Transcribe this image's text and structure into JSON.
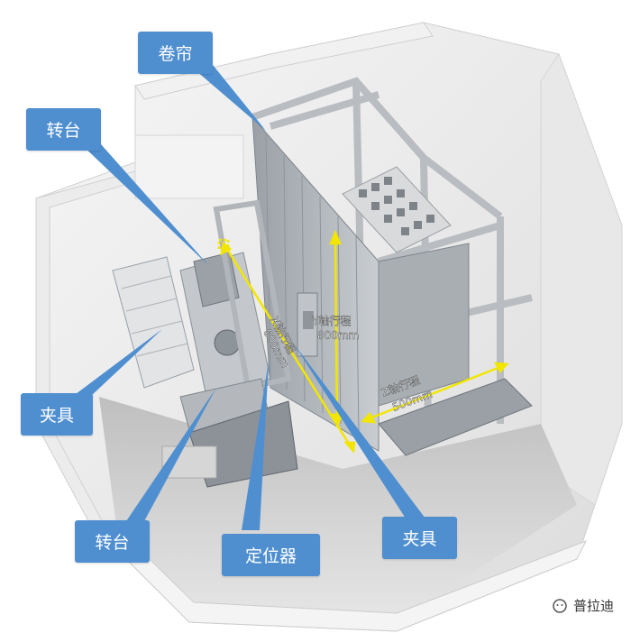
{
  "callouts": {
    "curtain": "卷帘",
    "turntable_top": "转台",
    "fixture_left": "夹具",
    "turntable_bottom": "转台",
    "locator": "定位器",
    "fixture_right": "夹具"
  },
  "axes": {
    "x": {
      "label": "X轴行程",
      "value": "800mm"
    },
    "y": {
      "label": "Y轴行程",
      "value": "800mm"
    },
    "z": {
      "label": "Z轴行程",
      "value": "500mm"
    }
  },
  "watermark": "普拉迪",
  "colors": {
    "callout": "#4f8fd0",
    "axis": "#f2e600"
  }
}
